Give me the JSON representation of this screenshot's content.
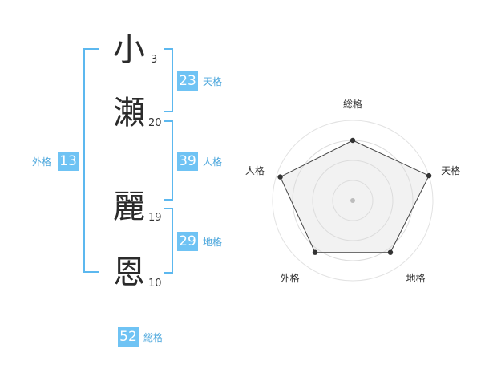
{
  "name": {
    "characters": [
      {
        "char": "小",
        "strokes": "3"
      },
      {
        "char": "瀬",
        "strokes": "20"
      },
      {
        "char": "麗",
        "strokes": "19"
      },
      {
        "char": "恩",
        "strokes": "10"
      }
    ]
  },
  "fortune": {
    "tenkaku": {
      "value": "23",
      "label": "天格"
    },
    "jinkaku": {
      "value": "39",
      "label": "人格"
    },
    "chikaku": {
      "value": "29",
      "label": "地格"
    },
    "gaikaku": {
      "value": "13",
      "label": "外格"
    },
    "soukaku": {
      "value": "52",
      "label": "総格"
    }
  },
  "colors": {
    "accent": "#6fc3f4",
    "bracket": "#5cb8ef",
    "label": "#4aa6dc",
    "text": "#2b2b2b"
  },
  "chart_data": {
    "type": "radar",
    "axes": [
      "総格",
      "天格",
      "地格",
      "外格",
      "人格"
    ],
    "values": [
      0.75,
      1.0,
      0.8,
      0.8,
      0.95
    ],
    "rings": 4,
    "max": 1.0
  }
}
